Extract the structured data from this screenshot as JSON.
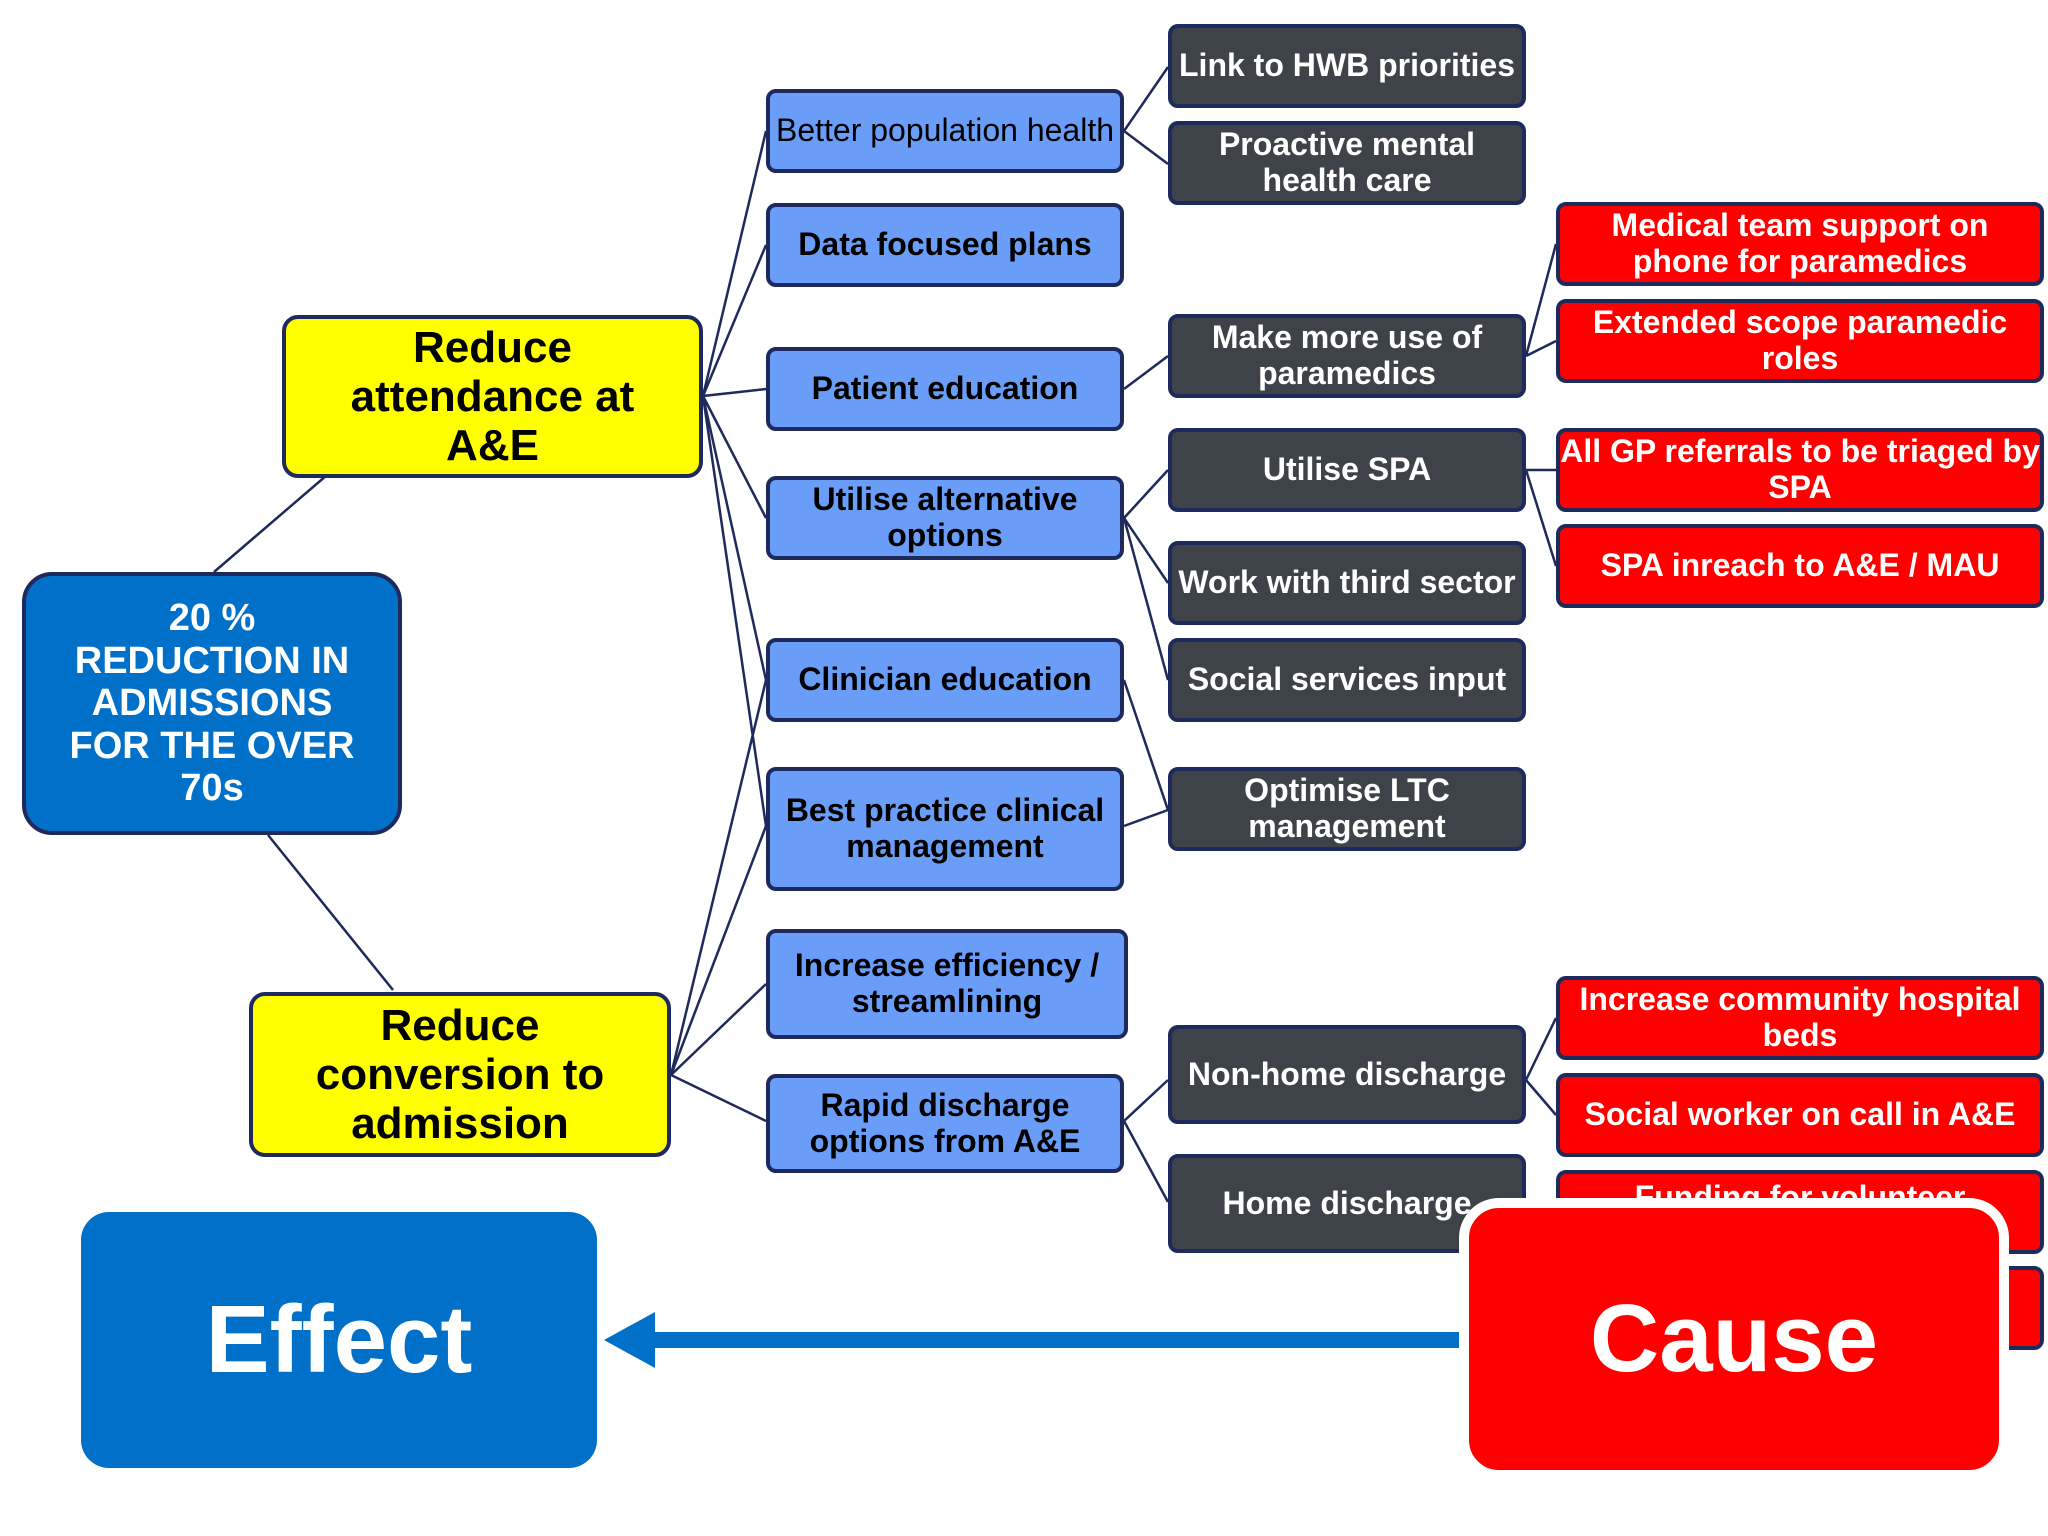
{
  "root": {
    "label": "20 % REDUCTION IN ADMISSIONS FOR THE OVER 70s"
  },
  "drivers": {
    "attendance": "Reduce attendance at A&E",
    "conversion": "Reduce conversion to admission"
  },
  "secondary": {
    "population": "Better population health",
    "data": "Data focused plans",
    "patient_ed": "Patient education",
    "alternative": "Utilise alternative options",
    "clinician_ed": "Clinician education",
    "best_practice": "Best practice clinical management",
    "efficiency": "Increase efficiency / streamlining",
    "rapid": "Rapid discharge options from A&E"
  },
  "tertiary": {
    "hwb": "Link to HWB priorities",
    "mental": "Proactive mental health care",
    "paramedics": "Make more use of paramedics",
    "spa": "Utilise SPA",
    "third": "Work with third sector",
    "social": "Social services input",
    "ltc": "Optimise LTC management",
    "nonhome": "Non-home discharge",
    "home": "Home discharge"
  },
  "actions": {
    "medical": "Medical team support on phone for paramedics",
    "extended": "Extended scope paramedic roles",
    "gp": "All GP referrals to be triaged by SPA",
    "inreach": "SPA inreach to A&E / MAU",
    "beds": "Increase community hospital beds",
    "socialworker": "Social worker on call in A&E",
    "volunteer": "Funding for volunteer"
  },
  "legend": {
    "effect": "Effect",
    "cause": "Cause"
  },
  "colors": {
    "root": "#0070c8",
    "driver": "#ffff00",
    "secondary": "#6a9df7",
    "tertiary": "#3d4349",
    "action": "#ff0000",
    "arrow": "#0070c8",
    "line": "#1f2a5c"
  }
}
